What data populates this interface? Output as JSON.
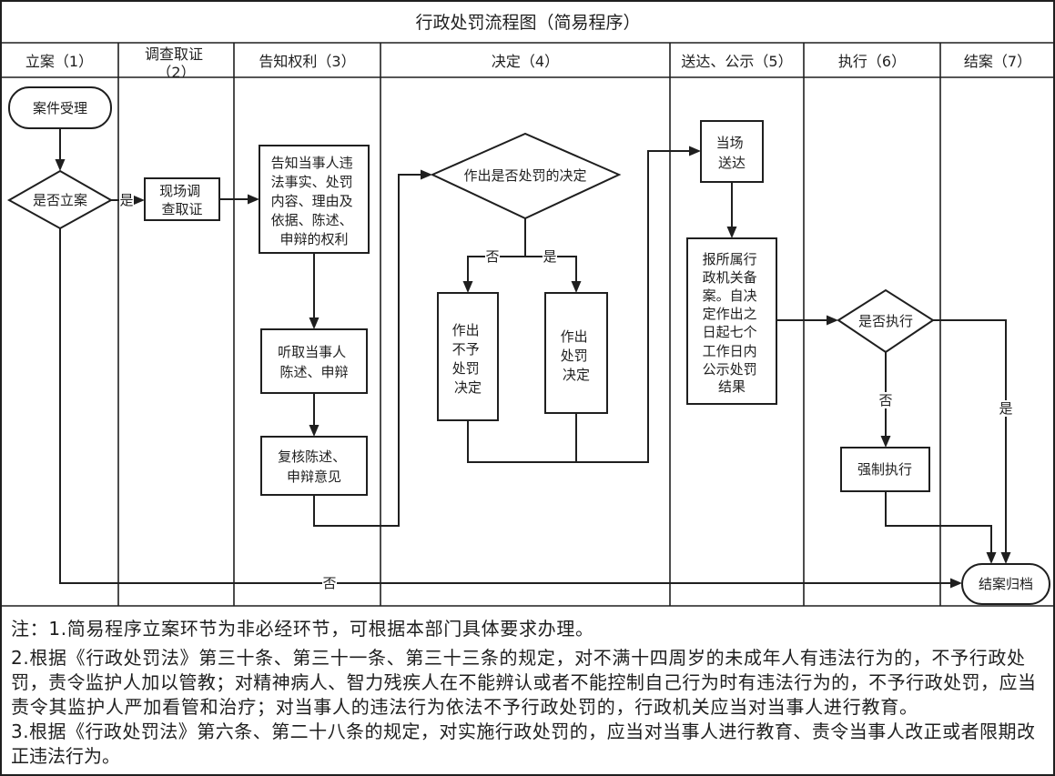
{
  "title": "行政处罚流程图（简易程序）",
  "lanes": {
    "filing": "立案（1）",
    "investigation": [
      "调查取证",
      "（2）"
    ],
    "notification": "告知权利（3）",
    "decision": "决定（4）",
    "delivery": "送达、公示（5）",
    "execution": "执行（6）",
    "closing": "结案（7）"
  },
  "nodes": {
    "case_accept": "案件受理",
    "file_case_q": "是否立案",
    "investigate": [
      "现场调",
      "查取证"
    ],
    "notify": [
      "告知当事人违",
      "法事实、处罚",
      "内容、理由及",
      "依据、陈述、",
      "申辩的权利"
    ],
    "hear": [
      "听取当事人",
      "陈述、申辩"
    ],
    "review": [
      "复核陈述、",
      "申辩意见"
    ],
    "penalty_q": "作出是否处罚的决定",
    "no_penalty": [
      "作出",
      "不予",
      "处罚",
      "决定"
    ],
    "penalty": [
      "作出",
      "处罚",
      "决定"
    ],
    "deliver": [
      "当场",
      "送达"
    ],
    "report": [
      "报所属行",
      "政机关备",
      "案。自决",
      "定作出之",
      "日起七个",
      "工作日内",
      "公示处罚",
      "结果"
    ],
    "execute_q": "是否执行",
    "enforce": "强制执行",
    "close": "结案归档"
  },
  "edge_labels": {
    "file_yes": "是",
    "file_no": "否",
    "penalty_no": "否",
    "penalty_yes": "是",
    "execute_no": "否",
    "execute_yes": "是"
  },
  "notes": [
    "注：1.简易程序立案环节为非必经环节，可根据本部门具体要求办理。",
    "2.根据《行政处罚法》第三十条、第三十一条、第三十三条的规定，对不满十四周岁的未成年人有违法行为的，不予行政处",
    "罚，责令监护人加以管教；对精神病人、智力残疾人在不能辨认或者不能控制自己行为时有违法行为的，不予行政处罚，应当",
    "责令其监护人严加看管和治疗；对当事人的违法行为依法不予行政处罚的，行政机关应当对当事人进行教育。",
    "3.根据《行政处罚法》第六条、第二十八条的规定，对实施行政处罚的，应当对当事人进行教育、责令当事人改正或者限期改",
    "正违法行为。"
  ],
  "colors": {
    "ink": "#1f1f1f",
    "background": "#ffffff"
  }
}
